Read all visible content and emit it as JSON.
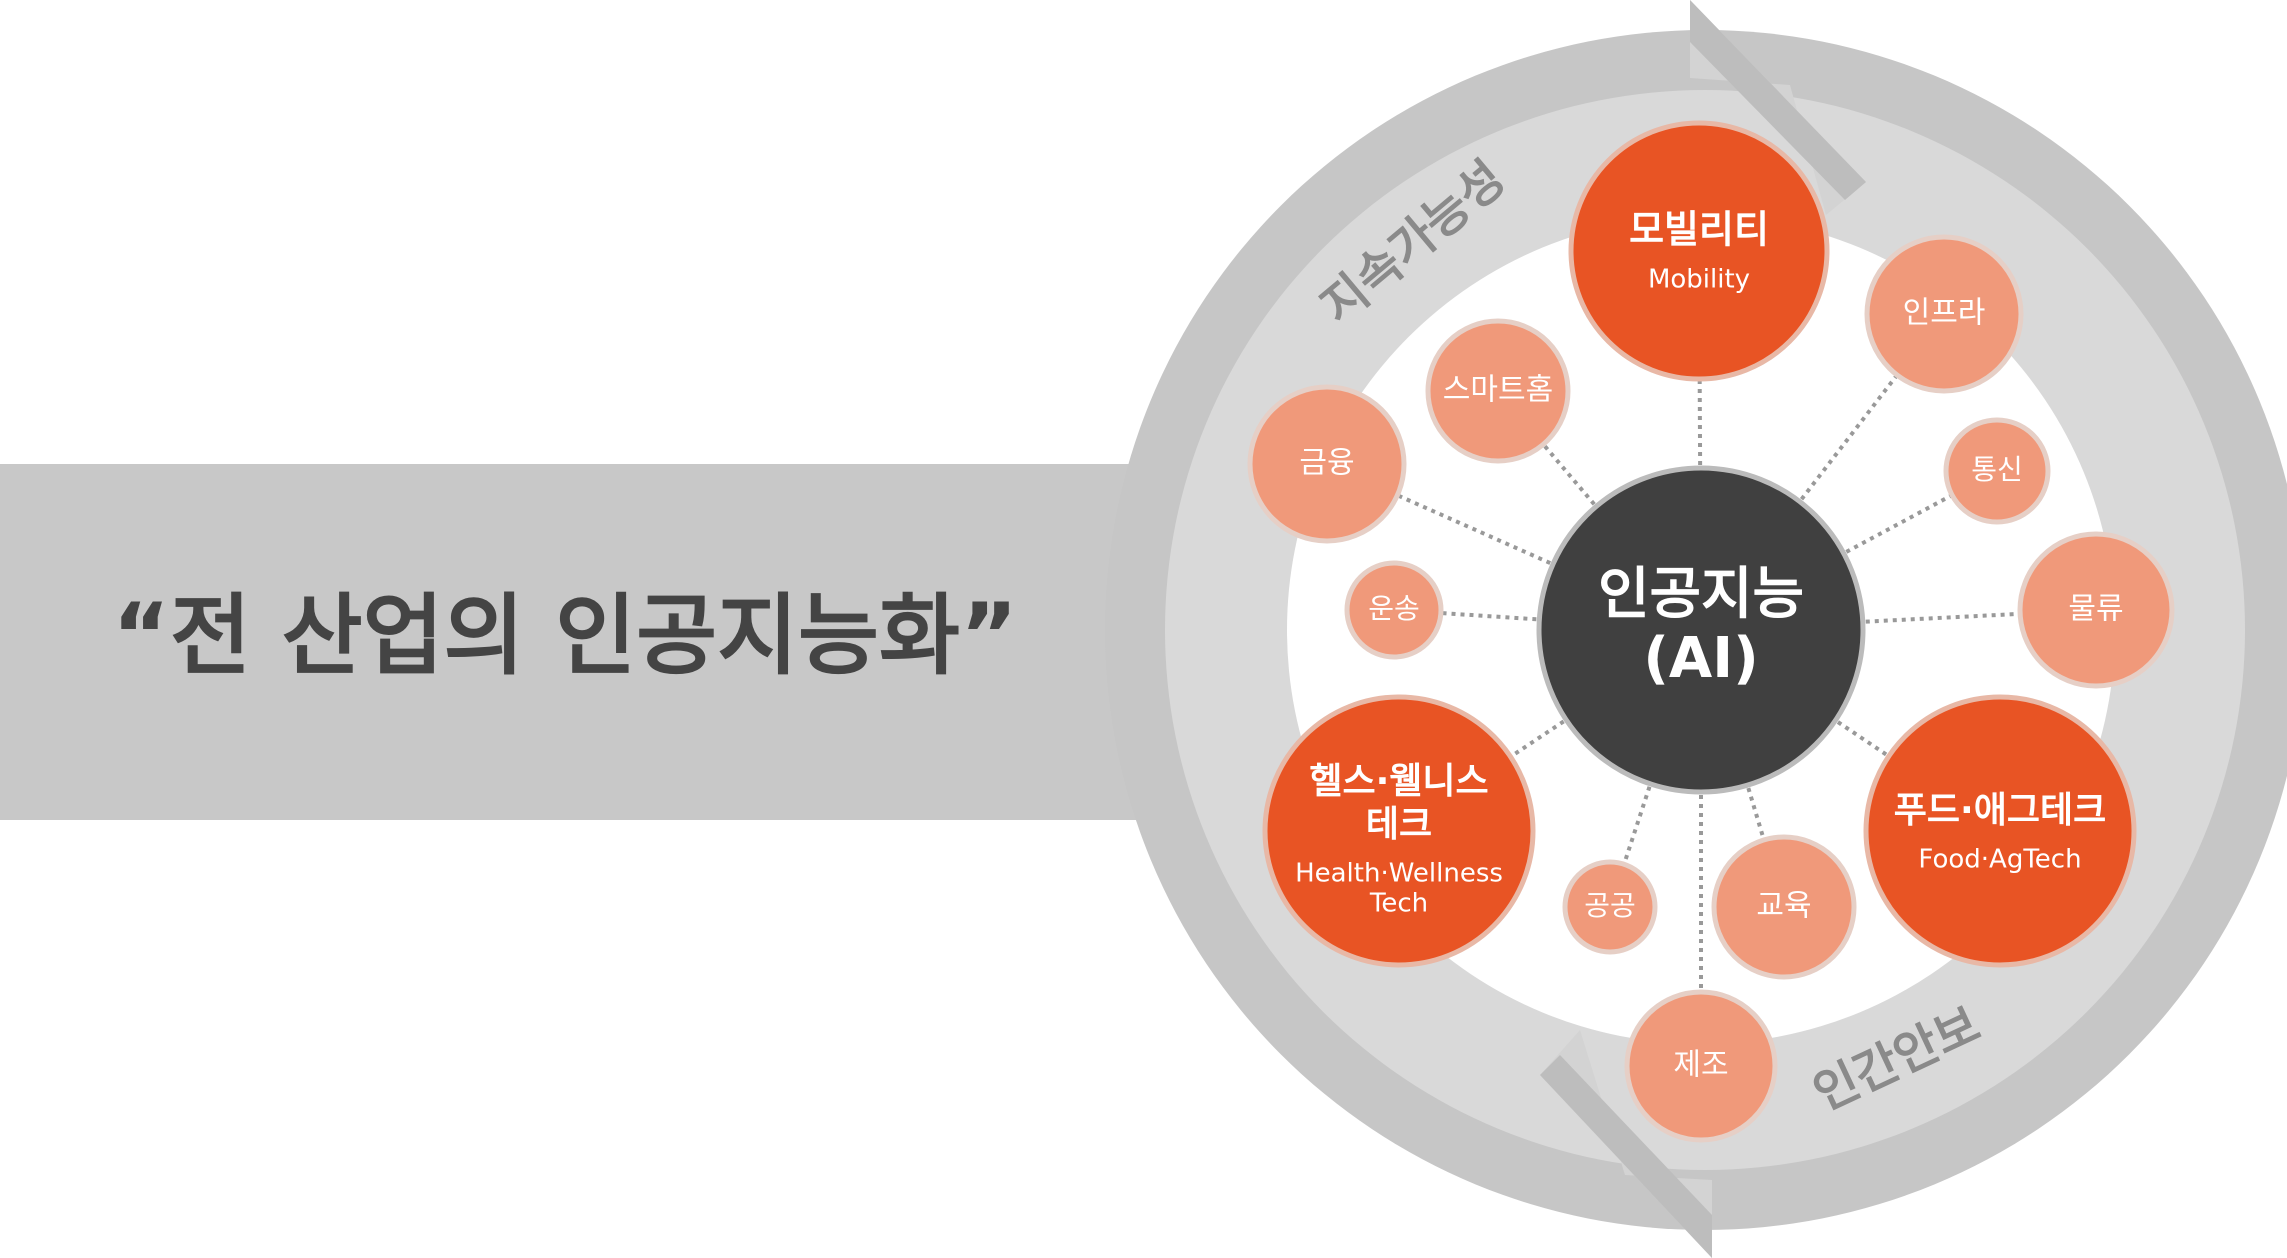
{
  "title": "“전 산업의 인공지능화”",
  "ring_labels": {
    "top_left": "지속가능성",
    "bottom_right": "인간안보"
  },
  "center": {
    "line1": "인공지능",
    "line2": "(AI)"
  },
  "nodes": {
    "mobility": {
      "ko": "모빌리티",
      "en": "Mobility"
    },
    "infra": {
      "ko": "인프라"
    },
    "telecom": {
      "ko": "통신"
    },
    "logistics": {
      "ko": "물류"
    },
    "food": {
      "ko": "푸드·애그테크",
      "en": "Food·AgTech"
    },
    "education": {
      "ko": "교육"
    },
    "manufacturing": {
      "ko": "제조"
    },
    "public": {
      "ko": "공공"
    },
    "health": {
      "ko1": "헬스·웰니스",
      "ko2": "테크",
      "en1": "Health·Wellness",
      "en2": "Tech"
    },
    "transport": {
      "ko": "운송"
    },
    "finance": {
      "ko": "금융"
    },
    "smarthome": {
      "ko": "스마트홈"
    }
  },
  "colors": {
    "primary": "#E85424",
    "secondary": "#F0997A",
    "center": "#404040",
    "band": "#C8C8C8",
    "ring_outer": "#C6C6C6",
    "ring_inner": "#DADADA"
  }
}
